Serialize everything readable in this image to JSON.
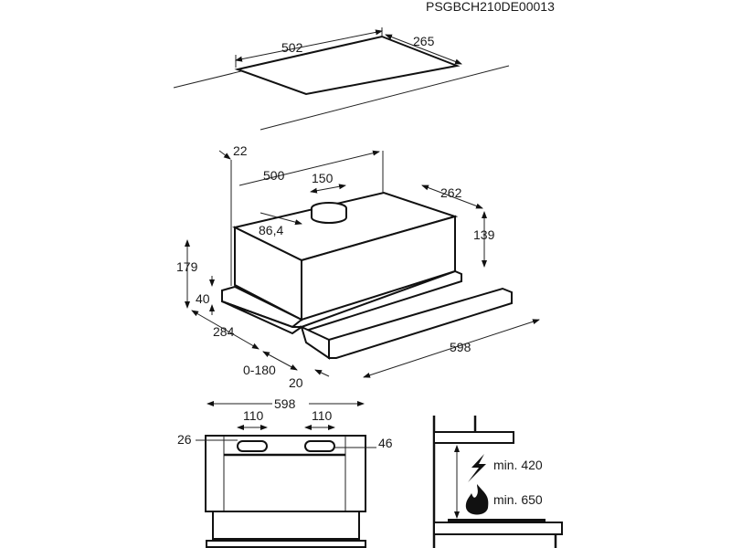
{
  "document_code": "PSGBCH210DE00013",
  "cutout": {
    "width": "502",
    "depth": "265"
  },
  "hood": {
    "d22": "22",
    "d500": "500",
    "d150": "150",
    "d262": "262",
    "d86": "86,4",
    "d139": "139",
    "d179": "179",
    "d40": "40",
    "d284": "284",
    "d0_180": "0-180",
    "d20": "20",
    "d598": "598"
  },
  "front_view": {
    "width": "598",
    "outlet_left": "110",
    "outlet_right": "110",
    "d26": "26",
    "d46": "46"
  },
  "clearance": {
    "electric": "min. 420",
    "gas": "min. 650"
  }
}
